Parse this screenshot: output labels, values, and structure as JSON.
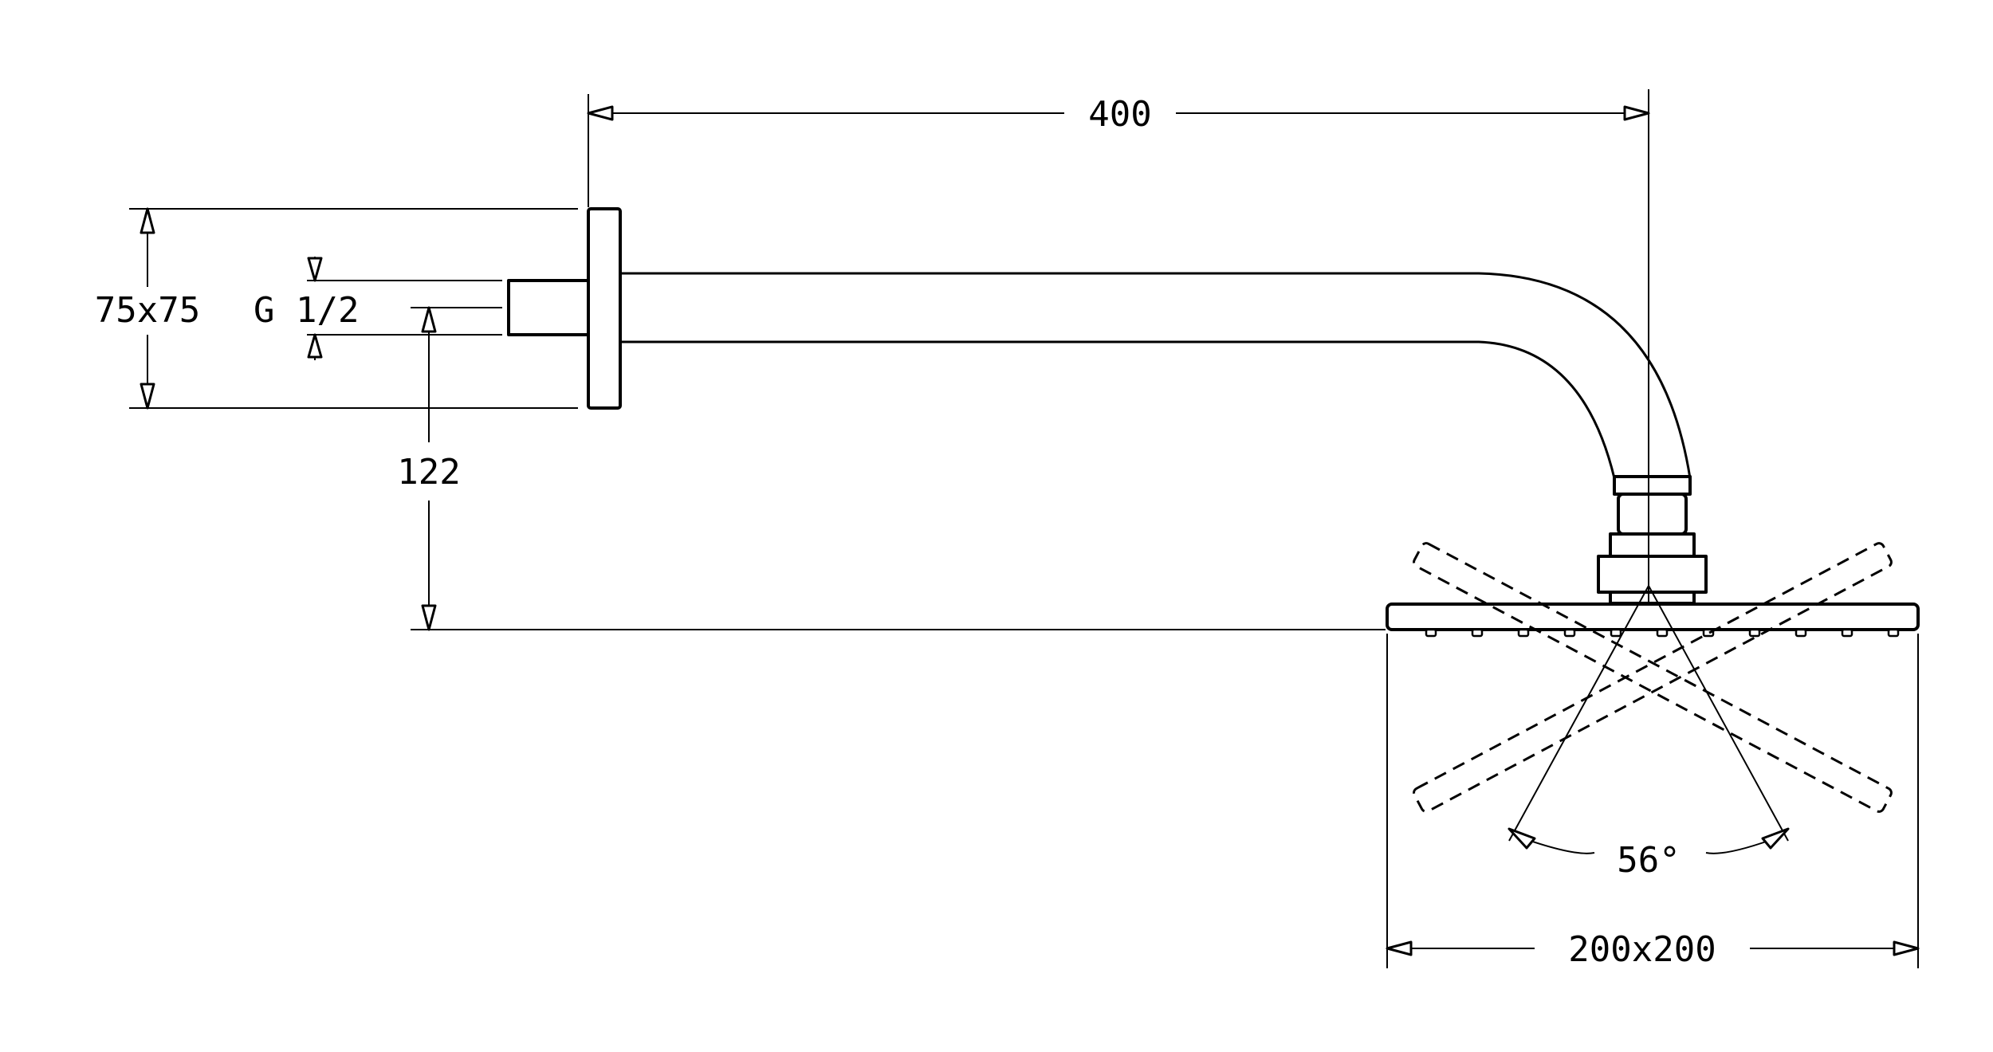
{
  "labels": {
    "arm_length": "400",
    "flange_size": "75x75",
    "thread": "G 1/2",
    "height_drop": "122",
    "spray_angle": "56°",
    "head_size": "200x200"
  },
  "colors": {
    "line": "#000000",
    "background": "#ffffff"
  }
}
